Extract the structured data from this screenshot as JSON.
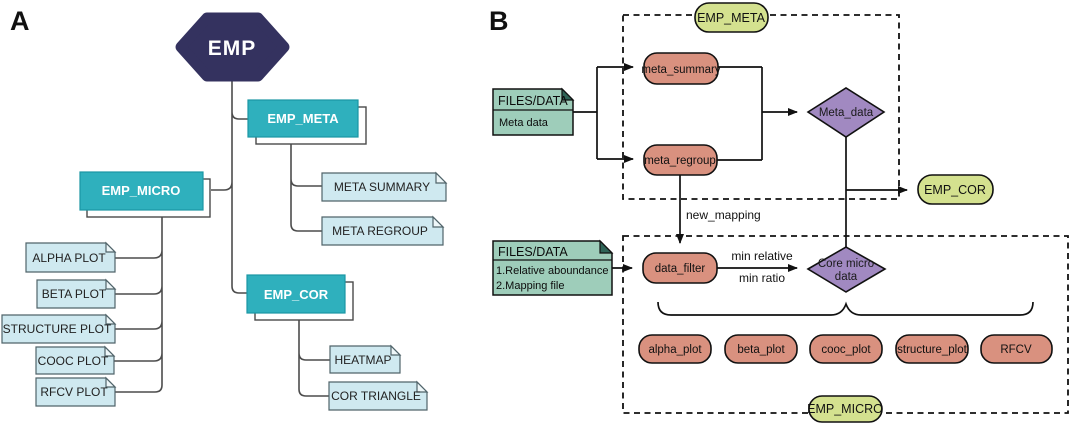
{
  "panelA": {
    "label": "A",
    "root": "EMP",
    "meta": {
      "label": "EMP_META",
      "children": [
        "META SUMMARY",
        "META REGROUP"
      ]
    },
    "micro": {
      "label": "EMP_MICRO",
      "children": [
        "ALPHA PLOT",
        "BETA PLOT",
        "STRUCTURE PLOT",
        "COOC PLOT",
        "RFCV PLOT"
      ]
    },
    "cor": {
      "label": "EMP_COR",
      "children": [
        "HEATMAP",
        "COR TRIANGLE"
      ]
    }
  },
  "panelB": {
    "label": "B",
    "pills": {
      "meta": "EMP_META",
      "cor": "EMP_COR",
      "micro": "EMP_MICRO"
    },
    "notes": {
      "meta": {
        "header": "FILES/DATA",
        "line1": "Meta data"
      },
      "micro": {
        "header": "FILES/DATA",
        "line1": "1.Relative aboundance",
        "line2": "2.Mapping file"
      }
    },
    "functions": {
      "meta_summary": "meta_summary",
      "meta_regroup": "meta_regroup",
      "data_filter": "data_filter"
    },
    "decisions": {
      "meta_data": "Meta_data",
      "core_line1": "Core micro",
      "core_line2": "data"
    },
    "plots": [
      "alpha_plot",
      "beta_plot",
      "cooc_plot",
      "structure_plot",
      "RFCV"
    ],
    "edge_labels": {
      "new_mapping": "new_mapping",
      "min_relative": "min relative",
      "min_ratio": "min ratio"
    }
  },
  "colors": {
    "navy": "#34325f",
    "teal": "#2fb0bd",
    "light_blue": "#cfe9f0",
    "green_note": "#9ecdba",
    "green_fold": "#2f6457",
    "salmon": "#d9917f",
    "purple": "#a189c1",
    "yellow_green": "#d4e18f",
    "line_gray": "#4c4c4c",
    "line_black": "#111111"
  }
}
